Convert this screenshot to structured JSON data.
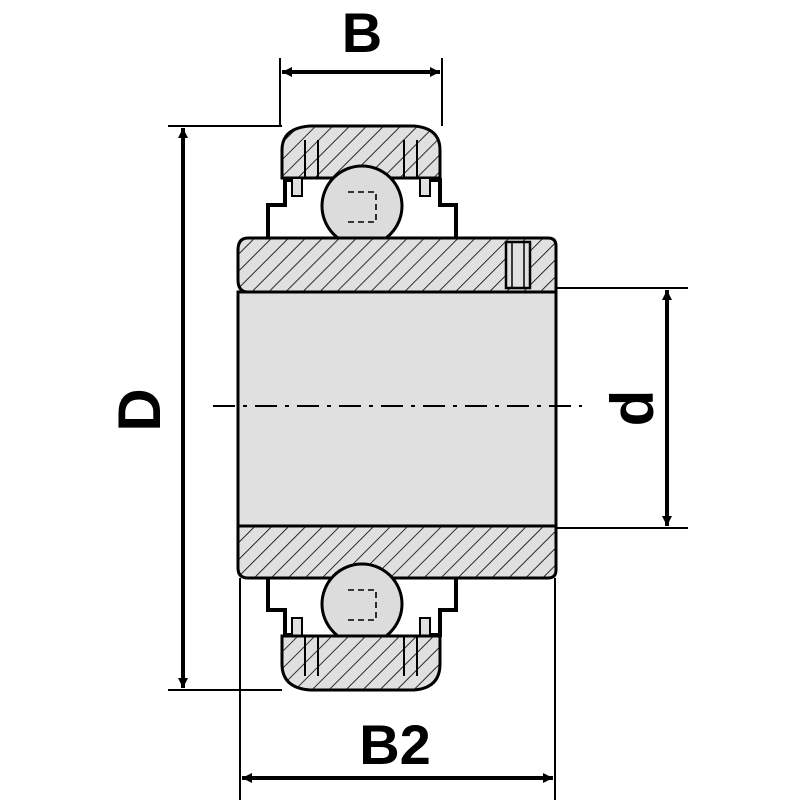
{
  "labels": {
    "B": "B",
    "B2": "B2",
    "D": "D",
    "d": "d"
  },
  "colors": {
    "fill_gray": "#e0e0e0",
    "line": "#000000",
    "background": "#ffffff"
  }
}
